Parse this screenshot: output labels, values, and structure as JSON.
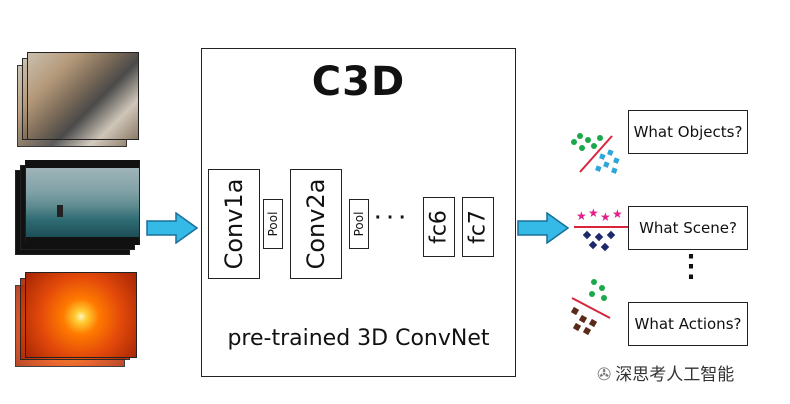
{
  "diagram": {
    "title": "C3D",
    "subtitle": "pre-trained 3D ConvNet",
    "layers": [
      {
        "label": "Conv1a"
      },
      {
        "label": "Pool"
      },
      {
        "label": "Conv2a"
      },
      {
        "label": "Pool"
      },
      {
        "label": "fc6"
      },
      {
        "label": "fc7"
      }
    ],
    "ellipsis": "· · ·",
    "vertical_ellipsis": "⋮",
    "questions": [
      "What Objects?",
      "What Scene?",
      "What Actions?"
    ],
    "colors": {
      "arrow": "#35b9e6",
      "separator": "#d8243c",
      "green_dots": "#1aa84a",
      "blue_squares": "#2aa6d9",
      "magenta_stars": "#e3208a",
      "navy_diamonds": "#1c2a6b",
      "brown_squares": "#5a2a1a"
    }
  },
  "watermark": {
    "text": "深思考人工智能"
  }
}
